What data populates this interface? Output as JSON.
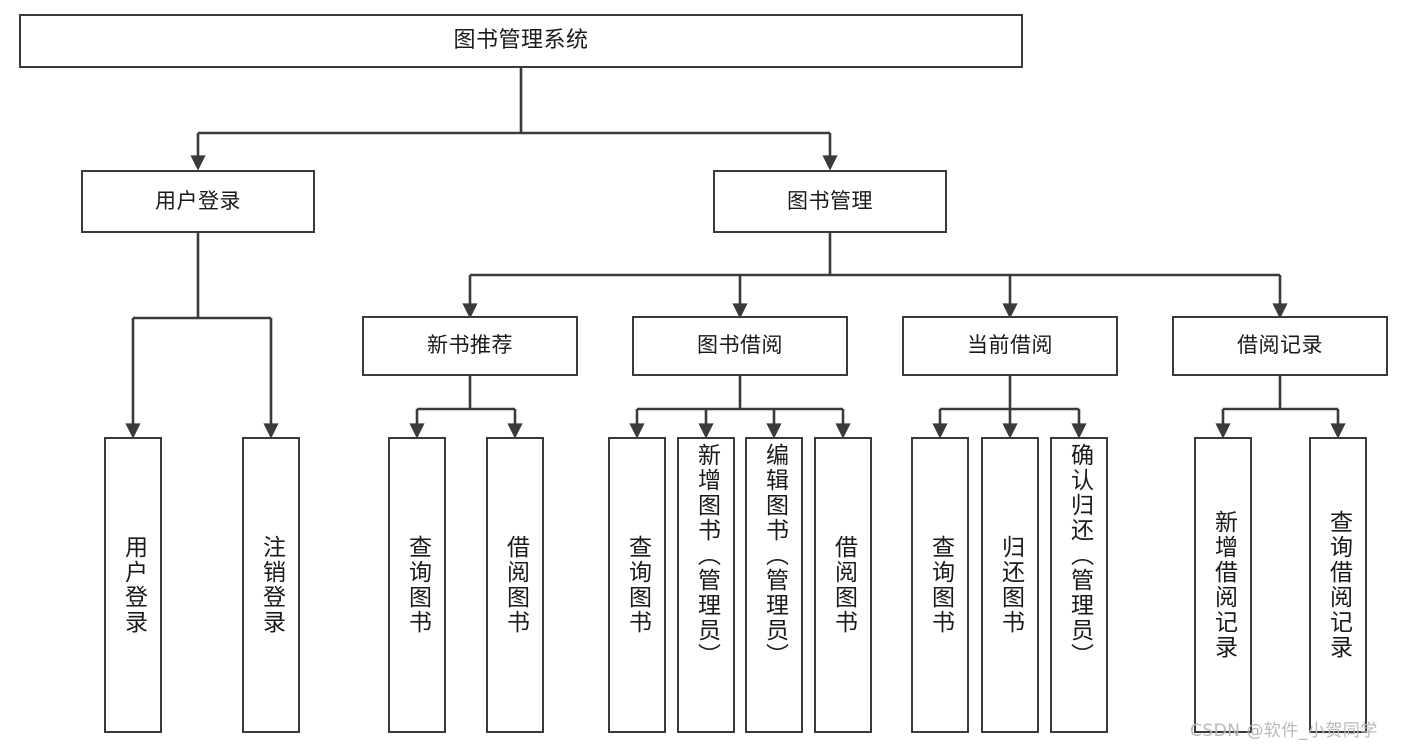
{
  "diagram": {
    "title": "图书管理系统",
    "type": "hierarchy-tree",
    "colors": {
      "box_border": "#3a3a3a",
      "box_fill": "#ffffff",
      "connector": "#3a3a3a",
      "text": "#1a1a1a",
      "watermark": "#b9b9b9",
      "background": "#ffffff"
    },
    "root": {
      "label": "图书管理系统"
    },
    "level2": [
      {
        "label": "用户登录"
      },
      {
        "label": "图书管理"
      }
    ],
    "level3": [
      {
        "label": "新书推荐"
      },
      {
        "label": "图书借阅"
      },
      {
        "label": "当前借阅"
      },
      {
        "label": "借阅记录"
      }
    ],
    "leaves_user_login": [
      {
        "label": "用户登录"
      },
      {
        "label": "注销登录"
      }
    ],
    "leaves_new_book": [
      {
        "label": "查询图书"
      },
      {
        "label": "借阅图书"
      }
    ],
    "leaves_borrow": [
      {
        "label": "查询图书"
      },
      {
        "label": "新增图书（管理员）"
      },
      {
        "label": "编辑图书（管理员）"
      },
      {
        "label": "借阅图书"
      }
    ],
    "leaves_current": [
      {
        "label": "查询图书"
      },
      {
        "label": "归还图书"
      },
      {
        "label": "确认归还（管理员）"
      }
    ],
    "leaves_records": [
      {
        "label": "新增借阅记录"
      },
      {
        "label": "查询借阅记录"
      }
    ],
    "watermark": "CSDN @软件_小贺同学"
  }
}
